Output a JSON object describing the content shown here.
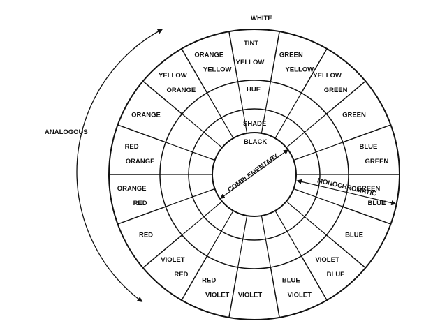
{
  "title": "WHITE",
  "center_label": "BLACK",
  "ring_labels": {
    "tint": "TINT",
    "hue": "HUE",
    "shade": "SHADE"
  },
  "relations": {
    "analogous": "ANALOGOUS",
    "complementary": "COMPLEMENTARY",
    "monochromatic": "MONOCHROMATIC"
  },
  "segments": [
    {
      "line1": "YELLOW",
      "line2": ""
    },
    {
      "line1": "GREEN",
      "line2": "YELLOW"
    },
    {
      "line1": "YELLOW",
      "line2": "GREEN"
    },
    {
      "line1": "GREEN",
      "line2": ""
    },
    {
      "line1": "BLUE",
      "line2": "GREEN"
    },
    {
      "line1": "GREEN",
      "line2": "BLUE"
    },
    {
      "line1": "BLUE",
      "line2": ""
    },
    {
      "line1": "VIOLET",
      "line2": "BLUE"
    },
    {
      "line1": "BLUE",
      "line2": "VIOLET"
    },
    {
      "line1": "VIOLET",
      "line2": ""
    },
    {
      "line1": "RED",
      "line2": "VIOLET"
    },
    {
      "line1": "VIOLET",
      "line2": "RED"
    },
    {
      "line1": "RED",
      "line2": ""
    },
    {
      "line1": "ORANGE",
      "line2": "RED"
    },
    {
      "line1": "RED",
      "line2": "ORANGE"
    },
    {
      "line1": "ORANGE",
      "line2": ""
    },
    {
      "line1": "YELLOW",
      "line2": "ORANGE"
    },
    {
      "line1": "ORANGE",
      "line2": "YELLOW"
    }
  ],
  "colors": {
    "ink": "#111111",
    "paper": "#ffffff"
  }
}
